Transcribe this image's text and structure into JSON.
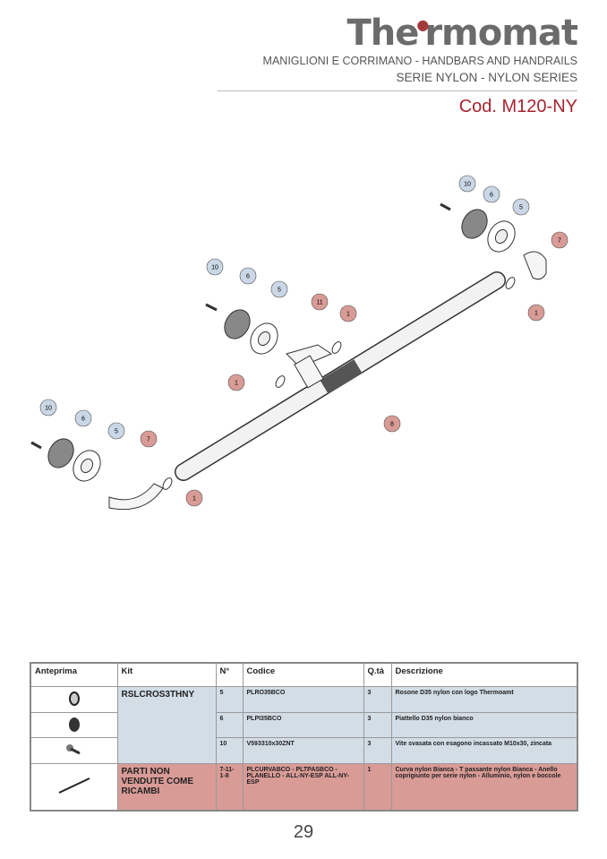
{
  "header": {
    "logo": "Thermomat",
    "subtitle1": "MANIGLIONI E CORRIMANO - HANDBARS AND HANDRAILS",
    "subtitle2": "SERIE NYLON - NYLON SERIES",
    "code": "Cod. M120-NY"
  },
  "callouts": [
    "10",
    "6",
    "5",
    "7",
    "1",
    "10",
    "6",
    "5",
    "11",
    "1",
    "1",
    "8",
    "10",
    "6",
    "5",
    "7",
    "1"
  ],
  "table": {
    "headers": [
      "Anteprima",
      "Kit",
      "N°",
      "Codice",
      "Q.tà",
      "Descrizione"
    ],
    "kit1": "RSLCROS3THNY",
    "rows": [
      {
        "n": "5",
        "code": "PLRO35BCO",
        "qty": "3",
        "desc": "Rosone D35 nylon con logo Thermoamt"
      },
      {
        "n": "6",
        "code": "PLPI35BCO",
        "qty": "3",
        "desc": "Piattello D35 nylon bianco"
      },
      {
        "n": "10",
        "code": "V593310x30ZNT",
        "qty": "3",
        "desc": "Vite svasata con esagono incassato M10x30, zincata"
      }
    ],
    "kit2": "PARTI NON VENDUTE COME RICAMBI",
    "row4": {
      "n": "7-11-1-8",
      "code": "PLCURVABCO - PLTPASBCO - PLANELLO - ALL-NY-ESP ALL-NY-ESP",
      "qty": "1",
      "desc": "Curva nylon Bianca - T passante nylon Bianca - Anello coprigiunto per serie nylon - Alluminio, nylon e boccole"
    }
  },
  "page_number": "29",
  "colors": {
    "blue_callout": "#c9d7e6",
    "red_callout": "#d99b96",
    "accent": "#a8232f"
  }
}
